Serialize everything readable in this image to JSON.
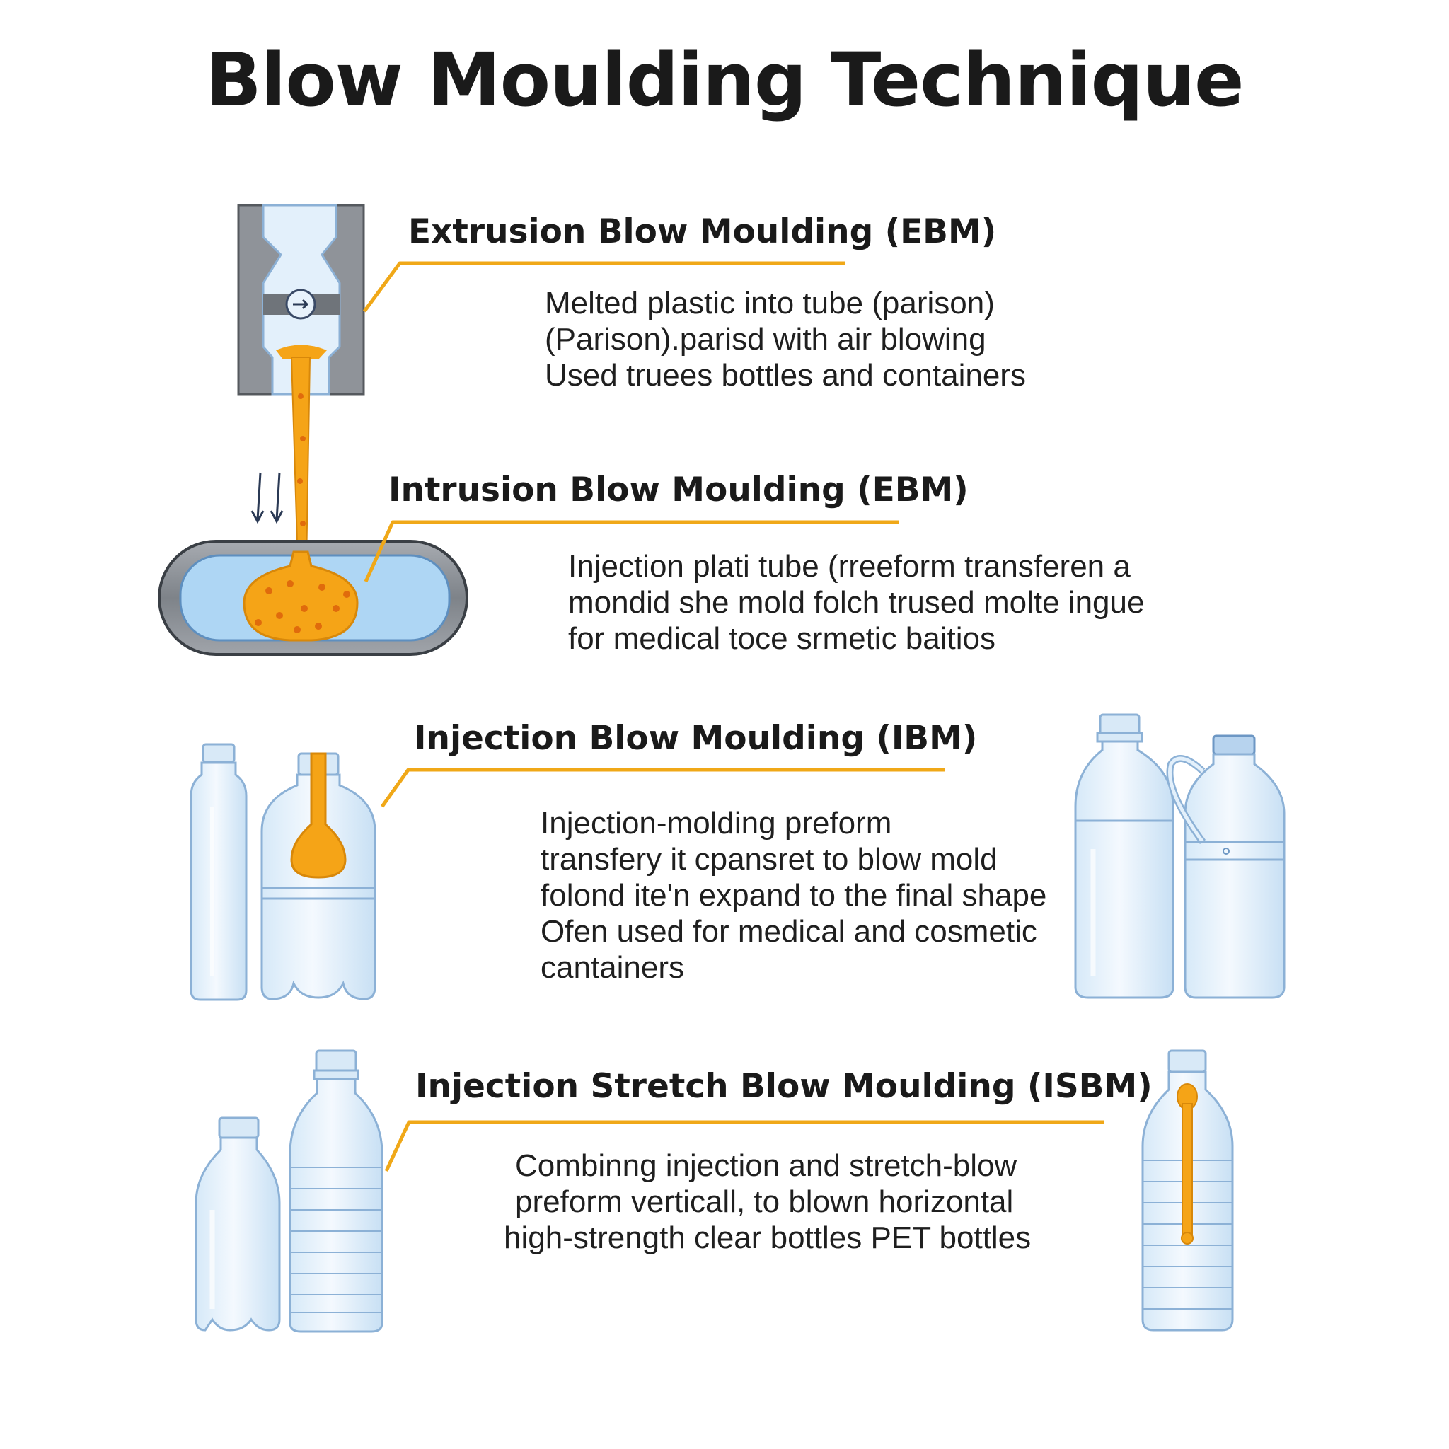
{
  "title": "Blow Moulding Technique",
  "colors": {
    "accent": "#f2a20d",
    "accent_line": "#f0a818",
    "molten": "#f5a417",
    "bottle_fill": "#e3f0fb",
    "bottle_stroke": "#8cb1d6",
    "mold_gray": "#8f9399",
    "mold_blue": "#aed6f4",
    "arrow": "#2b3a55"
  },
  "sections": [
    {
      "title": "Extrusion Blow Moulding (EBM)",
      "lines": [
        "Melted plastic into tube (parison)",
        "(Parison).parisd with air blowing",
        "Used truees bottles and containers"
      ],
      "illustration": "extrusion-die-icon"
    },
    {
      "title": "Intrusion Blow Moulding (EBM)",
      "lines": [
        "Injection plati tube (rreeform transferen a",
        "mondid she mold folch trused molte ingue",
        "for medical toce srmetic baitios"
      ],
      "illustration": "horizontal-mold-icon"
    },
    {
      "title": "Injection Blow Moulding (IBM)",
      "lines": [
        "Injection-molding preform",
        "transfery it cpansret to blow mold",
        "folond ite'n expand to the final shape",
        "Ofen used for medical and cosmetic",
        "cantainers"
      ],
      "illustration": "bottle-preform-icon"
    },
    {
      "title": "Injection Stretch Blow Moulding (ISBM)",
      "lines": [
        "Combinng injection and stretch-blow",
        "preform verticall, to blown horizontal",
        "high-strength clear bottles PET bottles"
      ],
      "illustration": "pet-bottle-icon"
    }
  ]
}
